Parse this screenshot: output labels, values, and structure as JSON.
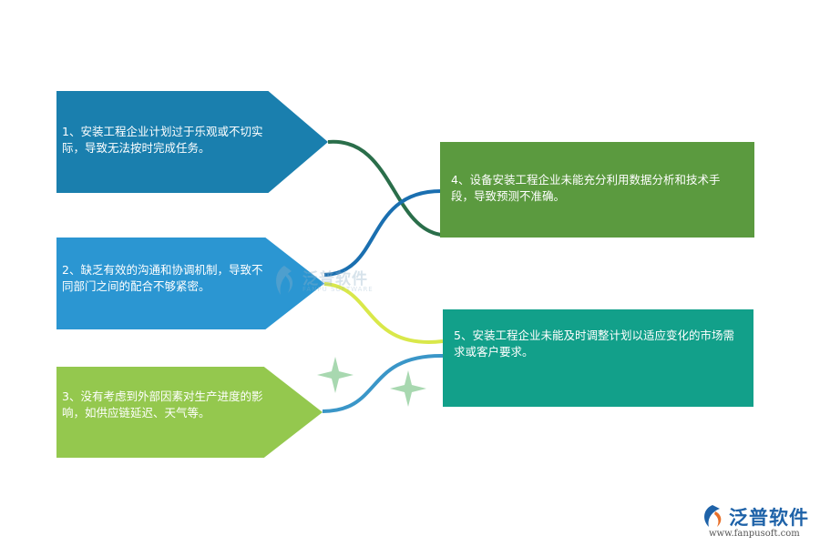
{
  "items": [
    {
      "text": "1、安装工程企业计划过于乐观或不切实际，导致无法按时完成任务。",
      "color": "#1a7fae"
    },
    {
      "text": "2、缺乏有效的沟通和协调机制，导致不同部门之间的配合不够紧密。",
      "color": "#2b96d2"
    },
    {
      "text": "3、没有考虑到外部因素对生产进度的影响，如供应链延迟、天气等。",
      "color": "#94c84e"
    },
    {
      "text": "4、设备安装工程企业未能充分利用数据分析和技术手段，导致预测不准确。",
      "color": "#5b9a3f"
    },
    {
      "text": "5、安装工程企业未能及时调整计划以适应变化的市场需求或客户要求。",
      "color": "#12a08a"
    }
  ],
  "connector_colors": [
    "#2a6e4a",
    "#1a6fb0",
    "#d9e84a",
    "#3a96c8"
  ],
  "sparkle_color": "#a8d8b0",
  "watermark": {
    "name": "泛普软件",
    "sub": "FANPU SOFTWARE"
  },
  "logo": {
    "name": "泛普软件",
    "url": "www.fanpusoft.com",
    "icon": "fanpu-logo-icon"
  }
}
